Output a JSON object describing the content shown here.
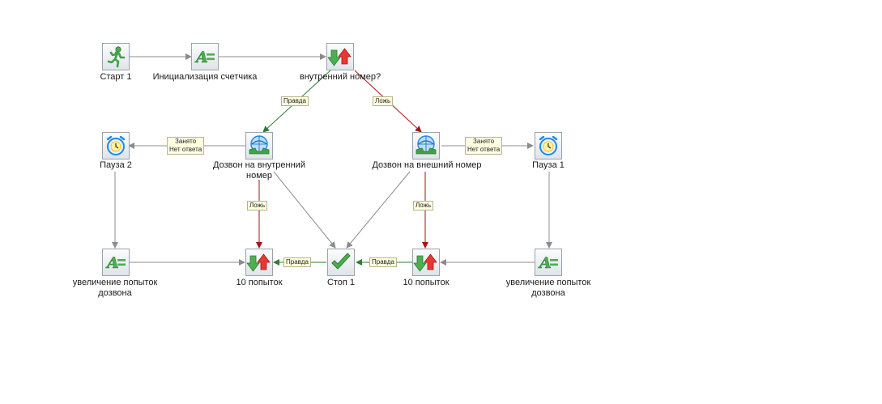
{
  "nodes": {
    "start1": {
      "label": "Старт 1"
    },
    "init_counter": {
      "label": "Инициализация счетчика"
    },
    "internal_q": {
      "label": "внутренний номер?"
    },
    "pause2": {
      "label": "Пауза 2"
    },
    "dial_internal": {
      "label": "Дозвон на внутренний номер"
    },
    "dial_external": {
      "label": "Дозвон на внешний номер"
    },
    "pause1": {
      "label": "Пауза 1"
    },
    "incr_left": {
      "label": "увеличение попыток дозвона"
    },
    "attempts_left": {
      "label": "10 попыток"
    },
    "stop1": {
      "label": "Стоп 1"
    },
    "attempts_right": {
      "label": "10 попыток"
    },
    "incr_right": {
      "label": "увеличение попыток дозвона"
    }
  },
  "edge_labels": {
    "true": "Правда",
    "false": "Ложь",
    "busy": "Занято",
    "no_answer": "Нет ответа"
  },
  "colors": {
    "edge_default": "#8c8c8c",
    "edge_true": "#2e7d32",
    "edge_false": "#a31515",
    "label_bg": "#ffffe1"
  },
  "icons": {
    "start1": "running-man-icon",
    "init_counter": "assign-variable-icon",
    "internal_q": "condition-arrows-icon",
    "pause2": "alarm-clock-icon",
    "dial_internal": "phone-call-icon",
    "dial_external": "phone-call-icon",
    "pause1": "alarm-clock-icon",
    "incr_left": "assign-variable-icon",
    "attempts_left": "condition-arrows-icon",
    "stop1": "checkmark-stop-icon",
    "attempts_right": "condition-arrows-icon",
    "incr_right": "assign-variable-icon"
  }
}
